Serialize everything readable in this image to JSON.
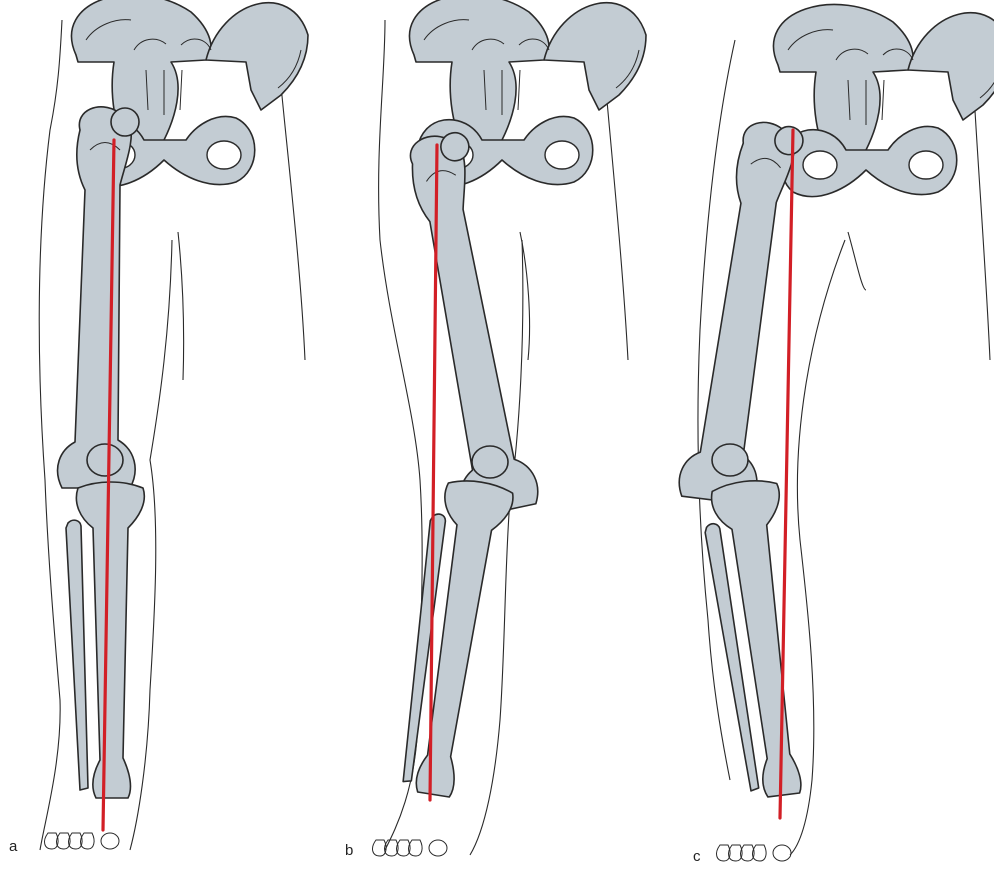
{
  "figure": {
    "colors": {
      "bone": "#c3ccd3",
      "outline": "#2a2a2a",
      "axis": "#d21f26"
    },
    "panels": [
      {
        "label": "a",
        "leg_alignment": "neutral"
      },
      {
        "label": "b",
        "leg_alignment": "valgus"
      },
      {
        "label": "c",
        "leg_alignment": "varus"
      }
    ]
  }
}
